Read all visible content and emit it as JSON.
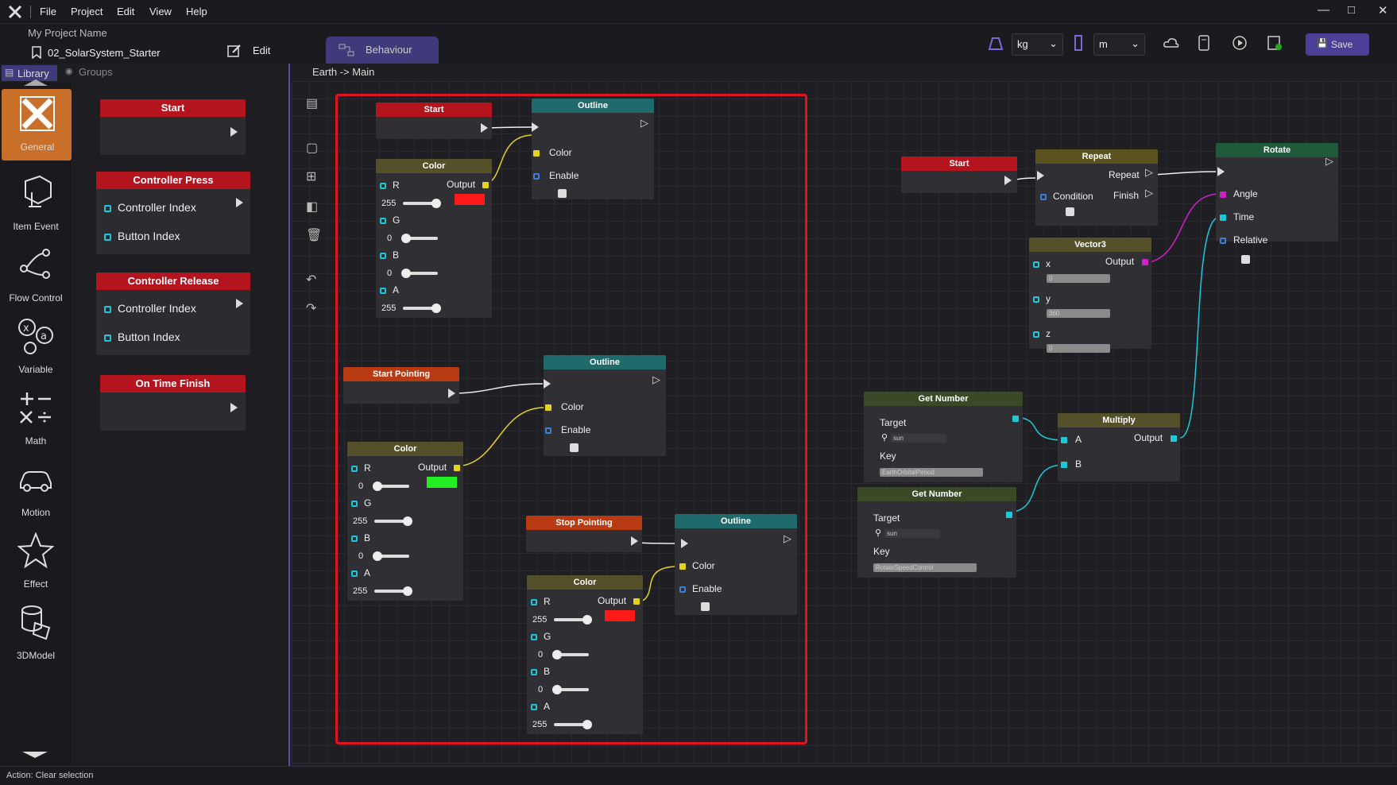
{
  "menu": {
    "items": [
      "File",
      "Project",
      "Edit",
      "View",
      "Help"
    ]
  },
  "project": {
    "label": "My Project Name",
    "file": "02_SolarSystem_Starter",
    "edit_label": "Edit",
    "behaviour_tab": "Behaviour"
  },
  "toolbar": {
    "mass_unit": "kg",
    "length_unit": "m",
    "save_label": "Save"
  },
  "library": {
    "tabs": [
      "Library",
      "Groups"
    ],
    "categories": [
      "General",
      "Item Event",
      "Flow Control",
      "Variable",
      "Math",
      "Motion",
      "Effect",
      "3DModel"
    ],
    "nodes": [
      {
        "title": "Start",
        "rows": []
      },
      {
        "title": "Controller Press",
        "rows": [
          "Controller Index",
          "Button Index"
        ]
      },
      {
        "title": "Controller Release",
        "rows": [
          "Controller Index",
          "Button Index"
        ]
      },
      {
        "title": "On Time Finish",
        "rows": []
      }
    ]
  },
  "breadcrumb": "Earth -> Main",
  "graph": {
    "start1": "Start",
    "outline1": {
      "title": "Outline",
      "color": "Color",
      "enable": "Enable"
    },
    "color1": {
      "title": "Color",
      "r": "R",
      "g": "G",
      "b": "B",
      "a": "A",
      "output": "Output",
      "rv": "255",
      "gv": "0",
      "bv": "0",
      "av": "255",
      "r_level": 1.0,
      "g_level": 0.0,
      "b_level": 0.0,
      "a_level": 1.0,
      "swatch": "#ff1a1a"
    },
    "start_pointing": "Start Pointing",
    "outline2": {
      "title": "Outline",
      "color": "Color",
      "enable": "Enable"
    },
    "color2": {
      "title": "Color",
      "r": "R",
      "g": "G",
      "b": "B",
      "a": "A",
      "output": "Output",
      "rv": "0",
      "gv": "255",
      "bv": "0",
      "av": "255",
      "r_level": 0.0,
      "g_level": 1.0,
      "b_level": 0.0,
      "a_level": 1.0,
      "swatch": "#22ee22"
    },
    "stop_pointing": "Stop Pointing",
    "outline3": {
      "title": "Outline",
      "color": "Color",
      "enable": "Enable"
    },
    "color3": {
      "title": "Color",
      "r": "R",
      "g": "G",
      "b": "B",
      "a": "A",
      "output": "Output",
      "rv": "255",
      "gv": "0",
      "bv": "0",
      "av": "255",
      "r_level": 1.0,
      "g_level": 0.0,
      "b_level": 0.0,
      "a_level": 1.0,
      "swatch": "#ff1a1a"
    },
    "start2": "Start",
    "repeat": {
      "title": "Repeat",
      "repeat": "Repeat",
      "finish": "Finish",
      "condition": "Condition"
    },
    "vector3": {
      "title": "Vector3",
      "x": "x",
      "y": "y",
      "z": "z",
      "output": "Output",
      "xv": "0",
      "yv": "360",
      "zv": "0"
    },
    "rotate": {
      "title": "Rotate",
      "angle": "Angle",
      "time": "Time",
      "relative": "Relative"
    },
    "getnum1": {
      "title": "Get Number",
      "target": "Target",
      "target_val": "sun",
      "key": "Key",
      "key_val": "EarthOrbitalPeriod"
    },
    "getnum2": {
      "title": "Get Number",
      "target": "Target",
      "target_val": "sun",
      "key": "Key",
      "key_val": "RotateSpeedControl"
    },
    "multiply": {
      "title": "Multiply",
      "a": "A",
      "b": "B",
      "output": "Output"
    }
  },
  "status": "Action: Clear selection",
  "colors": {
    "accent": "#5a4fa8",
    "node_red": "#b3141e",
    "wire_yellow": "#e6d21e",
    "wire_cyan": "#1ec8d8",
    "wire_magenta": "#d020c8",
    "selection": "#e0141e"
  }
}
